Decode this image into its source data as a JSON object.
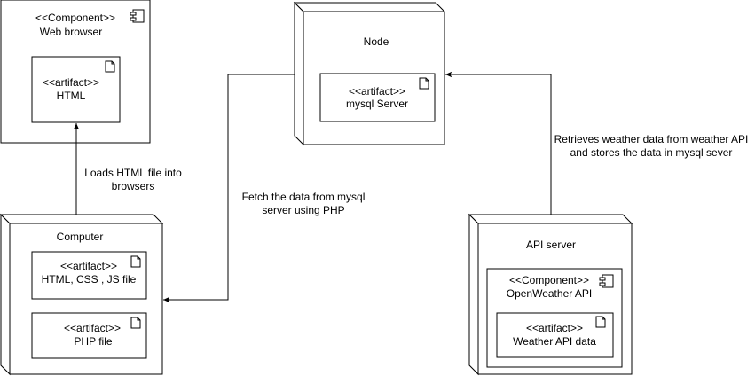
{
  "web_browser": {
    "stereotype": "<<Component>>",
    "name": "Web browser",
    "artifact": {
      "stereotype": "<<artifact>>",
      "name": "HTML"
    }
  },
  "node": {
    "name": "Node",
    "artifact": {
      "stereotype": "<<artifact>>",
      "name": "mysql Server"
    }
  },
  "computer": {
    "name": "Computer",
    "artifacts": [
      {
        "stereotype": "<<artifact>>",
        "name": "HTML, CSS , JS file"
      },
      {
        "stereotype": "<<artifact>>",
        "name": "PHP file"
      }
    ]
  },
  "api_server": {
    "name": "API  server",
    "component": {
      "stereotype": "<<Component>>",
      "name": "OpenWeather API"
    },
    "artifact": {
      "stereotype": "<<artifact>>",
      "name": "Weather API data"
    }
  },
  "edges": {
    "loads_html": {
      "line1": "Loads HTML file into",
      "line2": "browsers"
    },
    "fetch_data": {
      "line1": "Fetch the data from mysql",
      "line2": "server using PHP"
    },
    "retrieves": {
      "line1": "Retrieves weather data from weather API",
      "line2": "and stores the data in mysql sever"
    }
  }
}
